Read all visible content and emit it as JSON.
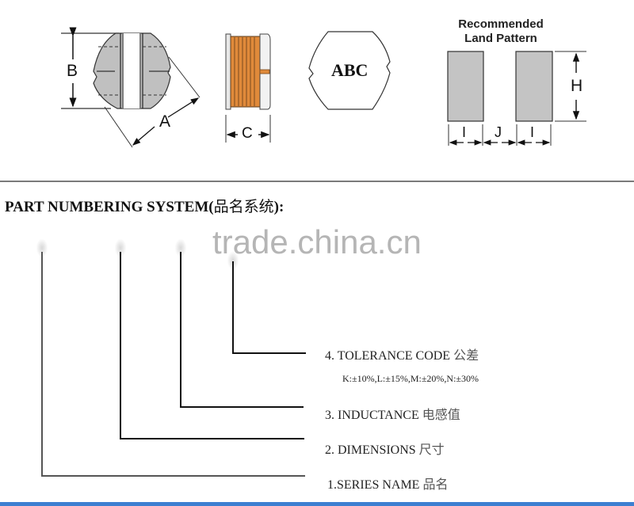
{
  "diagram": {
    "top_view": {
      "dim_a": "A",
      "dim_b": "B"
    },
    "side_view": {
      "dim_c": "C"
    },
    "front_view": {
      "marking": "ABC"
    },
    "land_pattern": {
      "title_line1": "Recommended",
      "title_line2": "Land Pattern",
      "dim_h": "H",
      "dim_i_left": "I",
      "dim_j": "J",
      "dim_i_right": "I"
    },
    "colors": {
      "core_fill": "#c0c0c0",
      "winding": "#e08a3a",
      "pad_fill": "#c4c4c4",
      "bottom_bar": "#3d7fd1"
    }
  },
  "part_numbering": {
    "heading_en": "PART NUMBERING SYSTEM(",
    "heading_cn": "品名系统",
    "heading_end": "):",
    "watermark": "trade.china.cn",
    "items": [
      {
        "label": "4. TOLERANCE CODE",
        "cn": "公差",
        "detail": "K:±10%,L:±15%,M:±20%,N:±30%"
      },
      {
        "label": "3. INDUCTANCE",
        "cn": "电感值"
      },
      {
        "label": "2. DIMENSIONS",
        "cn": "尺寸"
      },
      {
        "label": "1.SERIES NAME",
        "cn": "品名"
      }
    ]
  }
}
